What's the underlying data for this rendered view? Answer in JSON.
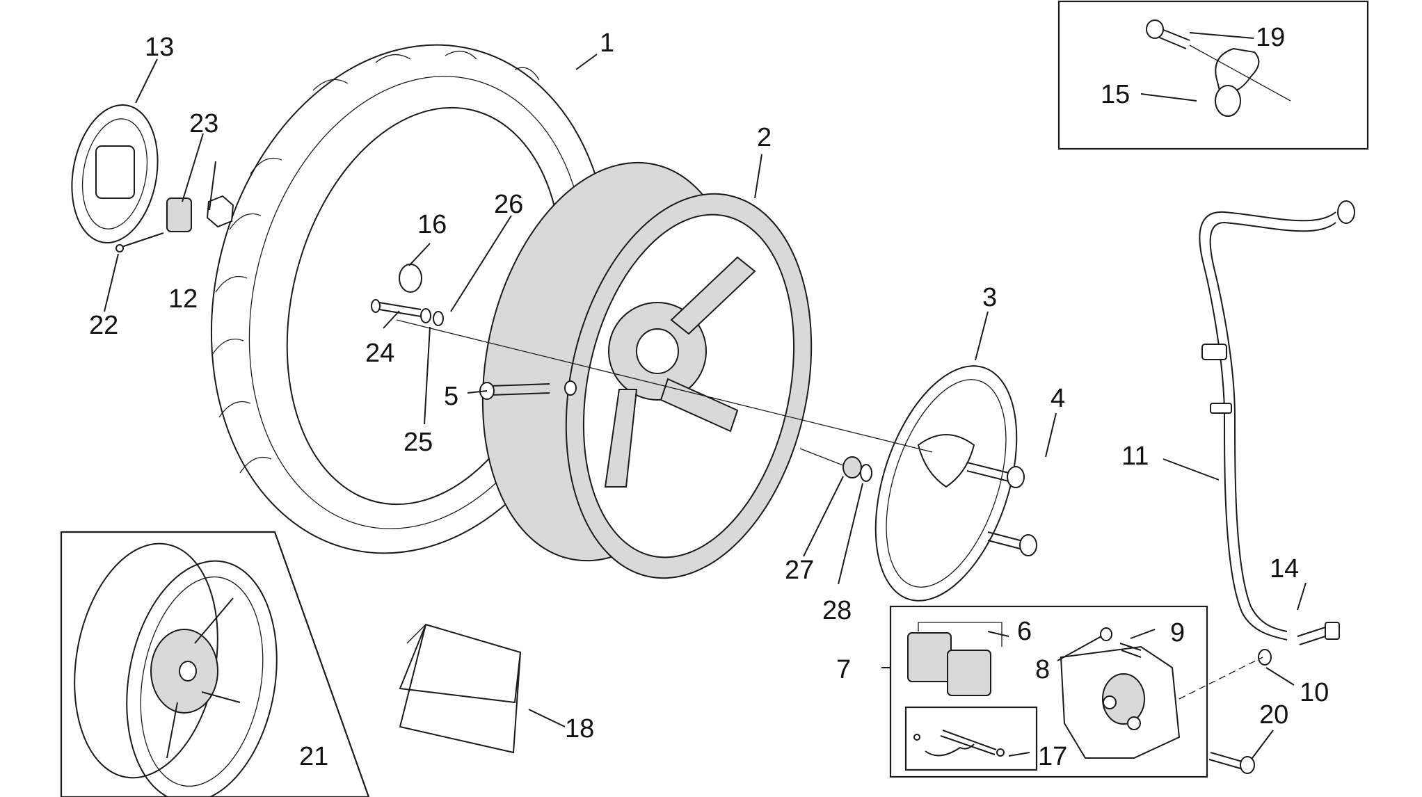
{
  "diagram": {
    "labels": {
      "p1": "1",
      "p2": "2",
      "p3": "3",
      "p4": "4",
      "p5": "5",
      "p6": "6",
      "p7": "7",
      "p8": "8",
      "p9": "9",
      "p10": "10",
      "p11": "11",
      "p12": "12",
      "p13": "13",
      "p14": "14",
      "p15": "15",
      "p16": "16",
      "p17": "17",
      "p18": "18",
      "p19": "19",
      "p20": "20",
      "p21": "21",
      "p22": "22",
      "p23": "23",
      "p24": "24",
      "p25": "25",
      "p26": "26",
      "p27": "27",
      "p28": "28"
    }
  }
}
